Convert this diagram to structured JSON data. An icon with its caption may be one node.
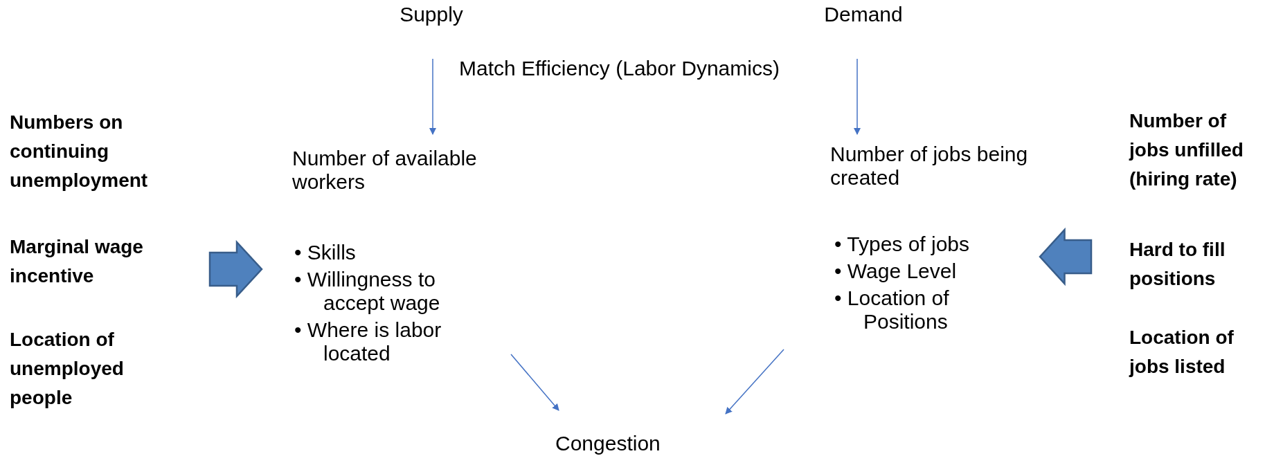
{
  "diagram": {
    "nodes": [
      {
        "text": [
          "Supply"
        ]
      },
      {
        "text": [
          "Demand"
        ]
      },
      {
        "text": [
          "Numbers on continuing unemployment",
          "Marginal wage incentive",
          "Location of unemployed people"
        ]
      },
      {
        "text": [
          "Number of available workers",
          "• Skills",
          "• Willingness to accept wage",
          "• Where is labor located"
        ]
      },
      {
        "text": [
          "Number of jobs being created",
          "• Types of jobs",
          "• Wage Level",
          "• Location of Positions"
        ]
      },
      {
        "text": [
          "Number of jobs unfilled (hiring rate)",
          "Hard to fill positions",
          "Location of jobs listed"
        ]
      },
      {
        "text": [
          "Congestion"
        ]
      }
    ],
    "edges": [
      {
        "from": 0,
        "to": 3,
        "arrow": "to"
      },
      {
        "from": 1,
        "to": 4,
        "arrow": "to"
      },
      {
        "from": 2,
        "to": 3,
        "arrow": "to",
        "style": "thick"
      },
      {
        "from": 5,
        "to": 4,
        "arrow": "to",
        "style": "thick"
      },
      {
        "from": 3,
        "to": 6,
        "arrow": "to"
      },
      {
        "from": 4,
        "to": 6,
        "arrow": "to"
      }
    ],
    "labels": [
      "Match Efficiency (Labor Dynamics)"
    ]
  }
}
